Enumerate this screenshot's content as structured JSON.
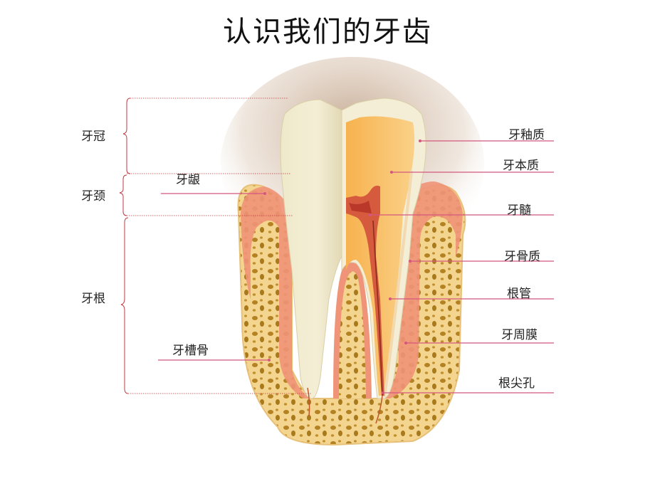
{
  "title": "认识我们的牙齿",
  "left_labels": {
    "crown": "牙冠",
    "neck": "牙颈",
    "root": "牙根",
    "gum": "牙龈",
    "alveolar_bone": "牙槽骨"
  },
  "right_labels": {
    "enamel": "牙釉质",
    "dentin": "牙本质",
    "pulp": "牙髓",
    "cementum": "牙骨质",
    "root_canal": "根管",
    "periodontal_membrane": "牙周膜",
    "apical_foramen": "根尖孔"
  },
  "colors": {
    "leader_line": "#d4577f",
    "bracket": "#c0393f",
    "enamel": "#f3ecd2",
    "dentin": "#f5c674",
    "gum": "#ef9478",
    "bone": "#f1d08a"
  }
}
